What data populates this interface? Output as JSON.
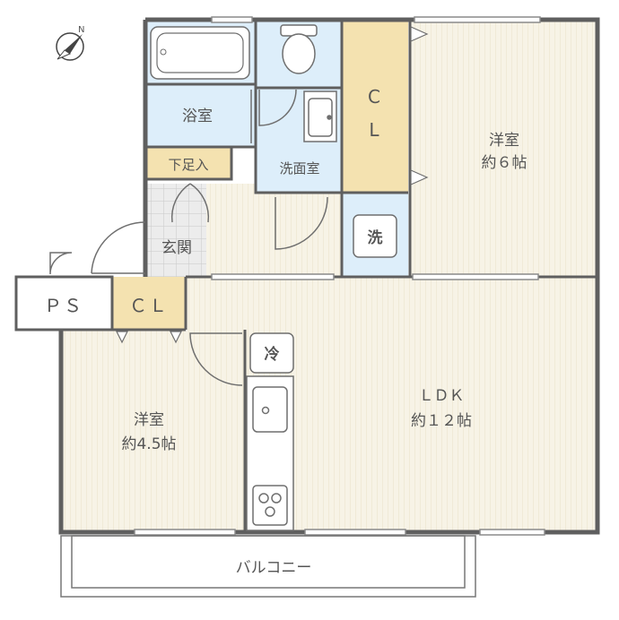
{
  "compass": {
    "north_letter": "N",
    "icon": "compass-north-icon"
  },
  "rooms": {
    "bath": "浴室",
    "shoe_storage": "下足入",
    "washroom": "洗面室",
    "closet_top": [
      "C",
      "L"
    ],
    "western_6": {
      "name": "洋室",
      "size": "約６帖"
    },
    "washer": "洗",
    "entrance": "玄関",
    "ps": "ＰＳ",
    "closet_mid": "ＣＬ",
    "fridge": "冷",
    "ldk": {
      "name": "ＬＤＫ",
      "size": "約１２帖"
    },
    "western_45": {
      "name": "洋室",
      "size": "約4.5帖"
    },
    "balcony": "バルコニー"
  },
  "colors": {
    "wall": "#5f5f5f",
    "floor_wood": "#f7f3e6",
    "wet_area": "#ddeefa",
    "closet": "#f4e2b0",
    "entrance_tile": "#e8e8e8"
  }
}
